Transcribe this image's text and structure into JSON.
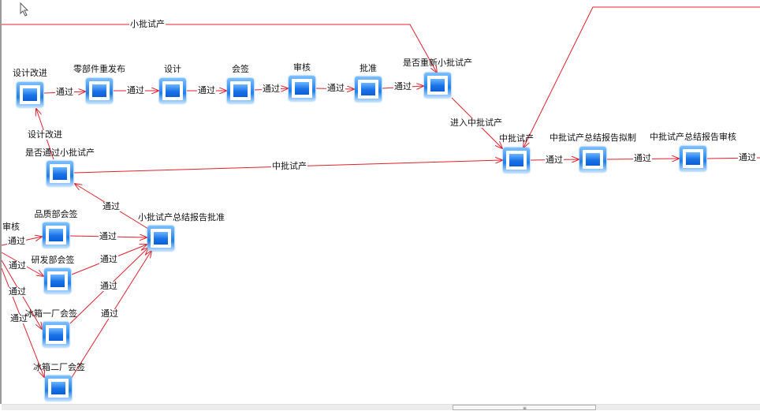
{
  "colors": {
    "edge": "#e0202c",
    "node": "#1a72e6",
    "label": "#111111"
  },
  "nodes": [
    {
      "id": "n1",
      "label": "设计改进"
    },
    {
      "id": "n2",
      "label": "零部件重发布"
    },
    {
      "id": "n3",
      "label": "设计"
    },
    {
      "id": "n4",
      "label": "会签"
    },
    {
      "id": "n5",
      "label": "审核"
    },
    {
      "id": "n6",
      "label": "批准"
    },
    {
      "id": "n7",
      "label": "是否重新小批试产"
    },
    {
      "id": "n8",
      "label": "中批试产"
    },
    {
      "id": "n9",
      "label": "中批试产总结报告拟制"
    },
    {
      "id": "n10",
      "label": "中批试产总结报告审核"
    },
    {
      "id": "n11",
      "label": "是否通过小批试产"
    },
    {
      "id": "n12",
      "label": "小批试产总结报告批准"
    },
    {
      "id": "n13",
      "label": "品质部会签"
    },
    {
      "id": "n14",
      "label": "研发部会签"
    },
    {
      "id": "n15",
      "label": "冰箱一厂会签"
    },
    {
      "id": "n16",
      "label": "冰箱二厂会签"
    }
  ],
  "edges": [
    {
      "from": "offscreen-left",
      "to": "n7",
      "label": "小批试产"
    },
    {
      "from": "n1",
      "to": "n2",
      "label": "通过"
    },
    {
      "from": "n2",
      "to": "n3",
      "label": "通过"
    },
    {
      "from": "n3",
      "to": "n4",
      "label": "通过"
    },
    {
      "from": "n4",
      "to": "n5",
      "label": "通过"
    },
    {
      "from": "n5",
      "to": "n6",
      "label": "通过"
    },
    {
      "from": "n6",
      "to": "n7",
      "label": "通过"
    },
    {
      "from": "n7",
      "to": "n8",
      "label": "进入中批试产"
    },
    {
      "from": "offscreen-right",
      "to": "n8",
      "label": ""
    },
    {
      "from": "n8",
      "to": "n9",
      "label": "通过"
    },
    {
      "from": "n9",
      "to": "n10",
      "label": "通过"
    },
    {
      "from": "n10",
      "to": "offscreen-right",
      "label": "通过"
    },
    {
      "from": "n11",
      "to": "n1",
      "label": "设计改进"
    },
    {
      "from": "n11",
      "to": "n8",
      "label": "中批试产"
    },
    {
      "from": "n12",
      "to": "n11",
      "label": "通过"
    },
    {
      "from": "offscreen-left",
      "to": "n13",
      "label": "通过"
    },
    {
      "from": "offscreen-left",
      "to": "n14",
      "label": "通过"
    },
    {
      "from": "offscreen-left",
      "to": "n15",
      "label": "通过"
    },
    {
      "from": "offscreen-left",
      "to": "n16",
      "label": "通过"
    },
    {
      "from": "n13",
      "to": "n12",
      "label": "通过"
    },
    {
      "from": "n14",
      "to": "n12",
      "label": "通过"
    },
    {
      "from": "n15",
      "to": "n12",
      "label": "通过"
    },
    {
      "from": "n16",
      "to": "n12",
      "label": "通过"
    }
  ],
  "offscreen_node_label": "审核",
  "scrollbar": {
    "grip": "≡"
  }
}
